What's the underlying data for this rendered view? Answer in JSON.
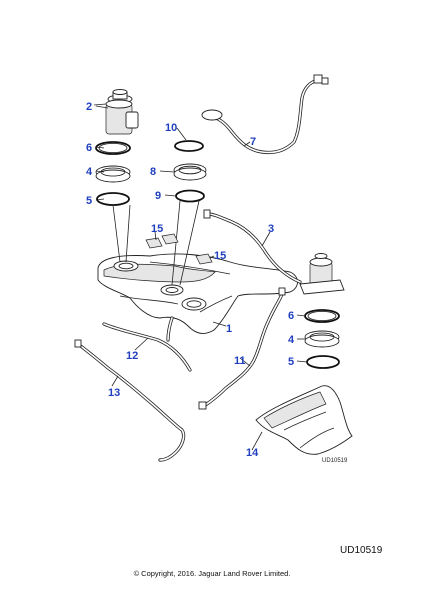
{
  "diagram": {
    "callouts": {
      "c1": "1",
      "c2": "2",
      "c3": "3",
      "c4a": "4",
      "c4b": "4",
      "c5a": "5",
      "c5b": "5",
      "c6a": "6",
      "c6b": "6",
      "c7": "7",
      "c8": "8",
      "c9": "9",
      "c10": "10",
      "c11": "11",
      "c12": "12",
      "c13": "13",
      "c14": "14",
      "c15a": "15",
      "c15b": "15"
    },
    "inner_ref": "UD10519",
    "ref_code": "UD10519",
    "copyright": "© Copyright, 2016. Jaguar Land Rover Limited.",
    "callout_color": "#1f3fbf"
  }
}
